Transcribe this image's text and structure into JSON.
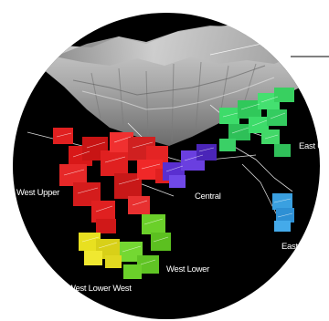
{
  "labels": {
    "west_upper": "West Upper",
    "central": "Central",
    "east_upper": "East Upper",
    "east_lower": "East Lo",
    "west_lower": "West Lower",
    "west_lower_west": "West Lower West"
  },
  "colors": {
    "background": "#000000",
    "rock_surface": "#b8b8b8",
    "west_upper_zone": "#e02020",
    "central_zone": "#5a2fd0",
    "east_upper_zone": "#3ddc6a",
    "east_lower_zone": "#3aa0e0",
    "west_lower_zone": "#6bd02a",
    "west_lower_west_zone": "#e8e020",
    "drillhole": "#ffffff"
  }
}
